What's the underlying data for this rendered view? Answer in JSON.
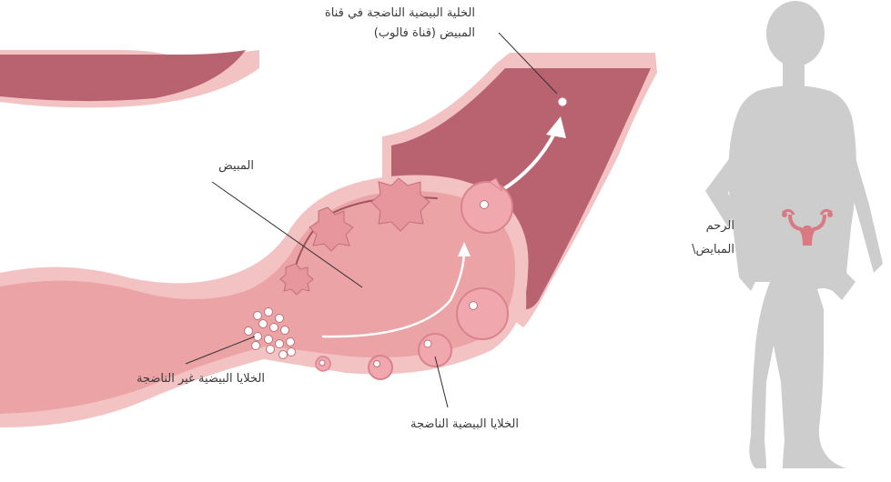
{
  "labels": {
    "mature_egg_in_tube_line1": "الخلية البيضية الناضجة في قناة",
    "mature_egg_in_tube_line2": "المبيض (قناة فالوب)",
    "ovary": "المبيض",
    "immature_eggs": "الخلايا البيضية غير الناضجة",
    "mature_eggs": "الخلايا البيضية الناضجة",
    "uterus": "الرحم",
    "ovaries": "المبايض\\"
  },
  "colors": {
    "tissue_light": "#f3c2c2",
    "tissue_mid": "#eca3a5",
    "tissue_dark": "#b8636f",
    "follicle": "#f1a7ae",
    "follicle_stroke": "#d9838c",
    "silhouette": "#cdcdcd",
    "text": "#3a3a3a"
  },
  "icons": {
    "silhouette": "female-body-silhouette-icon",
    "uterus": "uterus-icon"
  }
}
